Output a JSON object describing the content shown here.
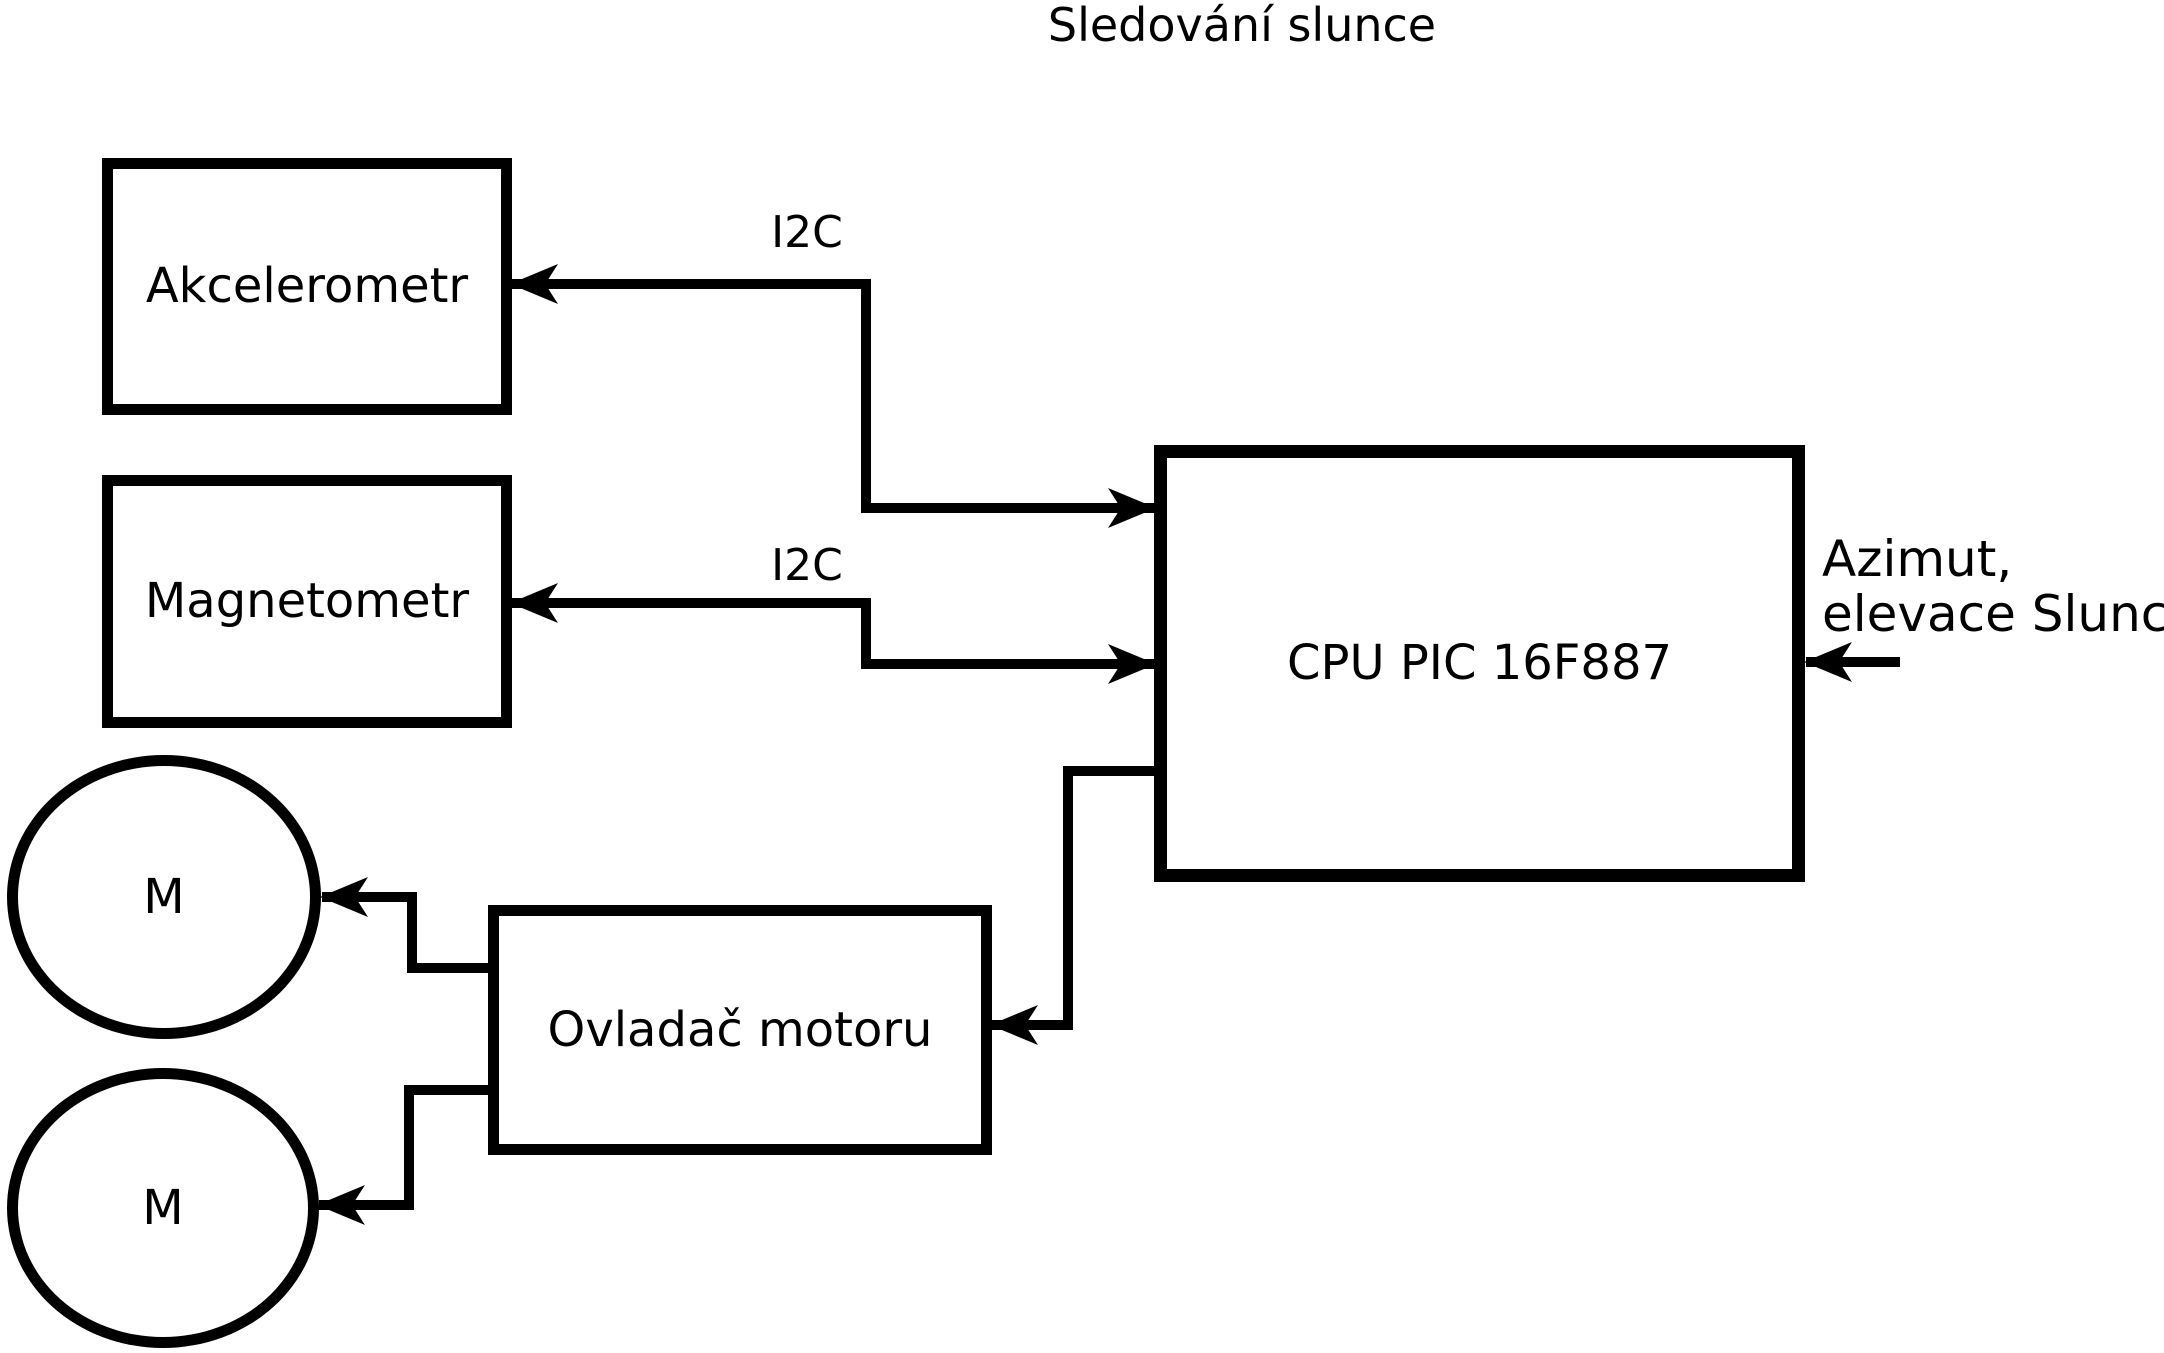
{
  "title": "Sledování slunce",
  "colors": {
    "ink": "#000000",
    "background": "#ffffff"
  },
  "blocks": {
    "accelerometer": {
      "label": "Akcelerometr"
    },
    "magnetometer": {
      "label": "Magnetometr"
    },
    "cpu": {
      "label": "CPU PIC 16F887"
    },
    "motor_driver": {
      "label": "Ovladač motoru"
    },
    "motor_top": {
      "label": "M"
    },
    "motor_bottom": {
      "label": "M"
    }
  },
  "connections": {
    "i2c_accelerometer": {
      "label": "I2C"
    },
    "i2c_magnetometer": {
      "label": "I2C"
    },
    "sun_input": {
      "label_line1": "Azimut,",
      "label_line2": "elevace Slunce"
    }
  }
}
